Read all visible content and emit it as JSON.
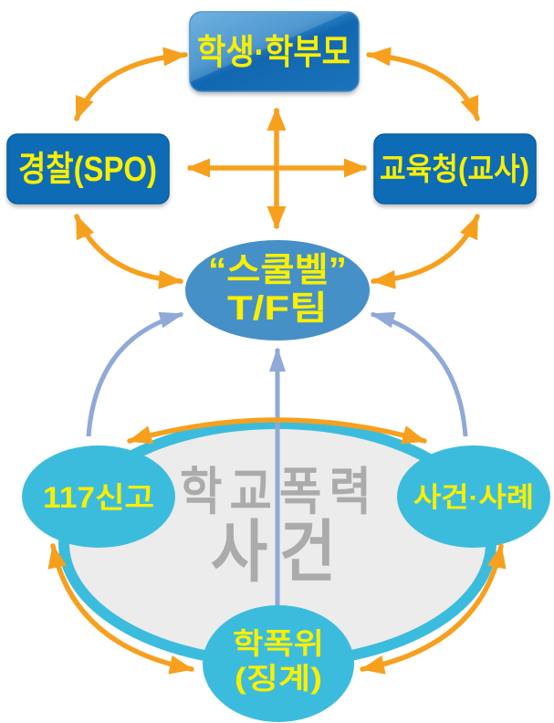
{
  "diagram": {
    "description": "school-violence response network diagram",
    "nodes": {
      "students_parents": {
        "label": "학생·학부모"
      },
      "police": {
        "label": "경찰(SPO)"
      },
      "education_office": {
        "label": "교육청(교사)"
      },
      "schoolbell_tf": {
        "line1": "“스쿨벨”",
        "line2": "T/F팀"
      },
      "report117": {
        "label": "117신고"
      },
      "case_examples": {
        "label": "사건·사례"
      },
      "committee": {
        "line1": "학폭위",
        "line2": "(징계)"
      },
      "incident_watermark": {
        "line1": "학교폭력",
        "line2": "사건"
      }
    },
    "colors": {
      "box_blue": "#0d6cb5",
      "box_blue_dark": "#0a5c9e",
      "tf_blue": "#4690c8",
      "cyan": "#3cbcdd",
      "gray_fill": "#ececec",
      "gray_text": "#ababab",
      "yellow": "#f9ef00",
      "orange": "#f6a01e",
      "periwinkle": "#8fa9d8"
    }
  }
}
